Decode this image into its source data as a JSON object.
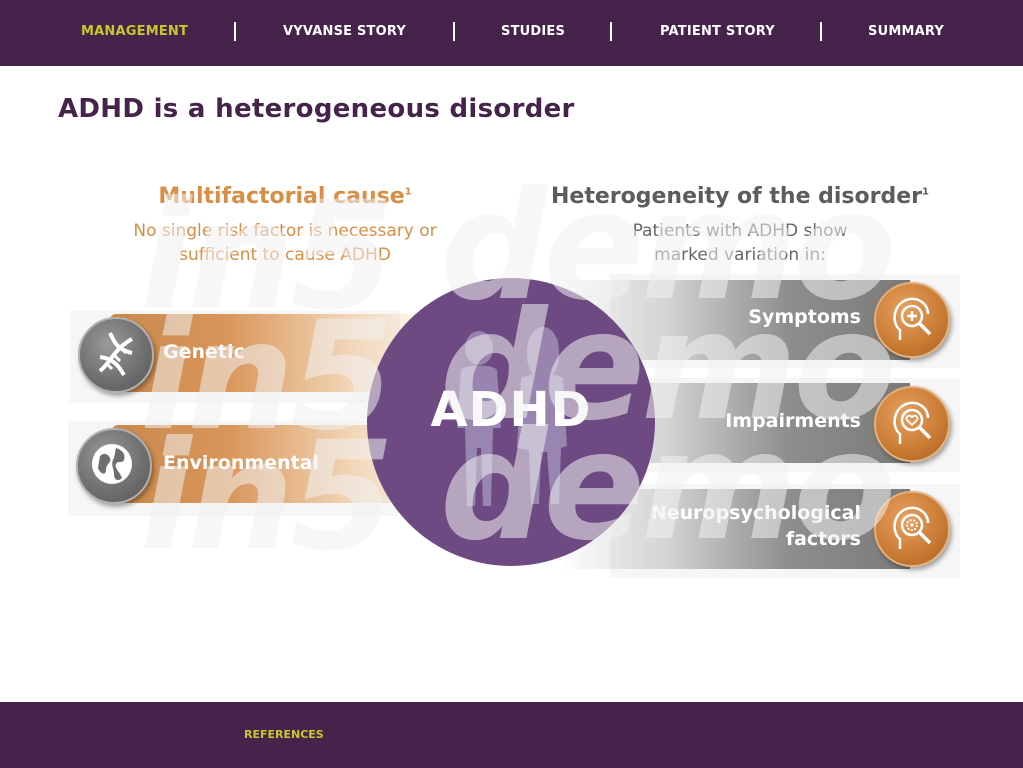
{
  "nav": {
    "items": [
      {
        "label": "MANAGEMENT",
        "active": true
      },
      {
        "label": "VYVANSE STORY",
        "active": false
      },
      {
        "label": "STUDIES",
        "active": false
      },
      {
        "label": "PATIENT STORY",
        "active": false
      },
      {
        "label": "SUMMARY",
        "active": false
      }
    ],
    "separator": "|"
  },
  "page": {
    "title": "ADHD is a heterogeneous disorder"
  },
  "left": {
    "heading": "Multifactorial cause",
    "heading_sup": "1",
    "subtitle_line1": "No single risk factor is necessary or",
    "subtitle_line2": "sufficient to cause ADHD",
    "factors": [
      {
        "label": "Genetic",
        "icon": "dna-icon"
      },
      {
        "label": "Environmental",
        "icon": "globe-icon"
      }
    ]
  },
  "right": {
    "heading": "Heterogeneity of the disorder",
    "heading_sup": "1",
    "subtitle_line1": "Patients with ADHD show",
    "subtitle_line2": "marked variation in:",
    "variations": [
      {
        "label": "Symptoms",
        "icon": "head-plus-magnifier-icon"
      },
      {
        "label_line1": "Impairments",
        "icon": "head-heart-magnifier-icon"
      },
      {
        "label_line1": "Neuropsychological",
        "label_line2": "factors",
        "icon": "head-gear-magnifier-icon"
      }
    ]
  },
  "center": {
    "label": "ADHD"
  },
  "watermark": {
    "text_a": "in5",
    "text_b": "demo"
  },
  "footer": {
    "references": "REFERENCES"
  },
  "colors": {
    "brand_purple": "#45234a",
    "circle_purple": "#6d4b82",
    "accent_yellow": "#c7c82c",
    "orange": "#d98d45",
    "grey_text": "#5c5c5c"
  }
}
